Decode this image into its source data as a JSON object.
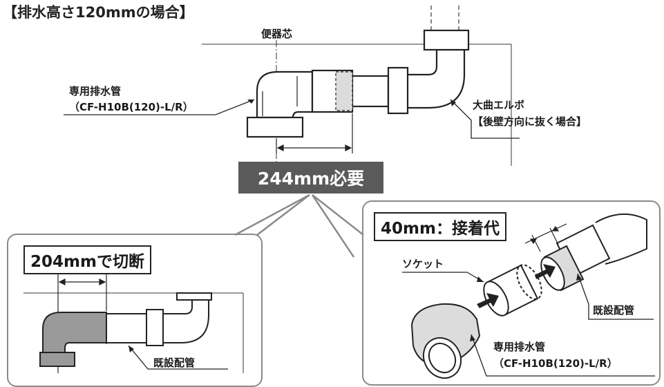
{
  "title": "【排水高さ120mmの場合】",
  "top_diagram": {
    "center_label": "便器芯",
    "pipe_label_line1": "専用排水管",
    "pipe_label_line2": "（CF-H10B(120)-L/R）",
    "elbow_label_line1": "大曲エルボ",
    "elbow_label_line2": "【後壁方向に抜く場合】"
  },
  "required_badge": "244mm必要",
  "left_panel": {
    "heading": "204mmで切断",
    "existing_pipe_label": "既設配管"
  },
  "right_panel": {
    "heading": "40mm：接着代",
    "socket_label": "ソケット",
    "existing_pipe_label": "既設配管",
    "pipe_label_line1": "専用排水管",
    "pipe_label_line2": "（CF-H10B(120)-L/R）"
  },
  "colors": {
    "badge_bg": "#5a5a5a",
    "cut_fill": "#9a9a9a",
    "glue_fill": "#dcdcdc",
    "panel_border": "#8a8a8a"
  }
}
